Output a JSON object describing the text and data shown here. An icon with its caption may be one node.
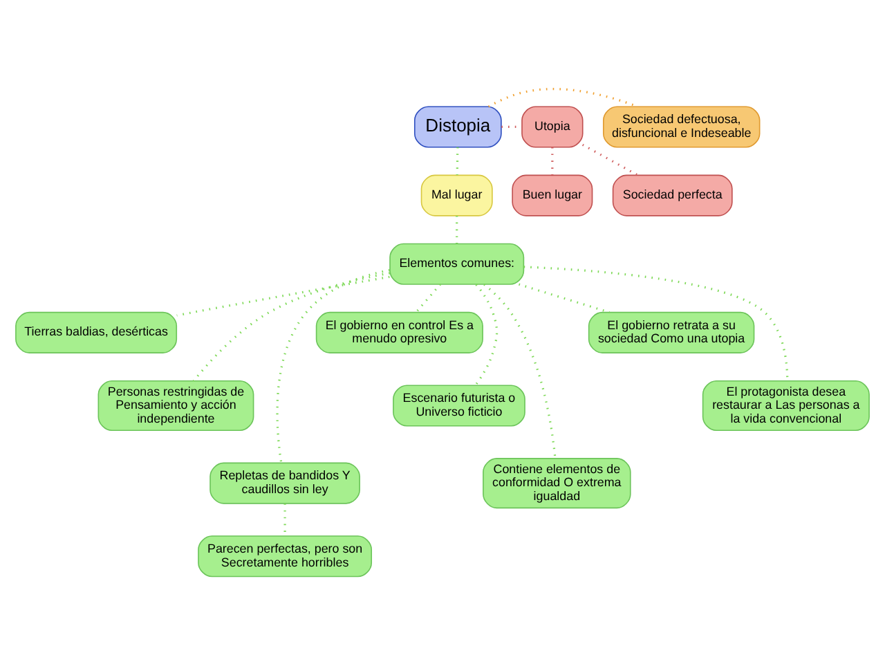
{
  "diagram": {
    "nodes": [
      {
        "text": [
          "Sociedad defectuosa, disfuncional e Indeseable"
        ]
      },
      {
        "text": [
          "Distopia"
        ]
      },
      {
        "text": [
          "Utopia"
        ]
      },
      {
        "text": [
          "Buen lugar"
        ]
      },
      {
        "text": [
          "Mal lugar"
        ]
      },
      {
        "text": [
          "Sociedad perfecta"
        ]
      },
      {
        "text": [
          "Elementos comunes:"
        ]
      },
      {
        "text": [
          "Tierras baldias, desérticas"
        ]
      },
      {
        "text": [
          "Personas restringidas de Pensamiento y acción independiente"
        ]
      },
      {
        "text": [
          "Repletas de bandidos Y caudillos sin ley"
        ]
      },
      {
        "text": [
          "El gobierno en control Es a menudo opresivo"
        ]
      },
      {
        "text": [
          "Escenario futurista o Universo ficticio"
        ]
      },
      {
        "text": [
          "Parecen perfectas, pero son Secretamente horribles"
        ]
      },
      {
        "text": [
          "Contiene elementos de conformidad O extrema igualdad"
        ]
      },
      {
        "text": [
          "El gobierno retrata a su sociedad Como una utopia"
        ]
      },
      {
        "text": [
          "El protagonista desea restaurar a Las personas a la vida convencional"
        ]
      }
    ],
    "edges": [
      {
        "from": 1,
        "to": 0,
        "arrow": "none",
        "color": "#f0a030"
      },
      {
        "from": 1,
        "to": 2,
        "arrow": "none",
        "color": "#d06060"
      },
      {
        "from": 2,
        "to": 3,
        "arrow": "none",
        "color": "#d06060"
      },
      {
        "from": 2,
        "to": 5,
        "arrow": "none",
        "color": "#d06060"
      },
      {
        "from": 1,
        "to": 4,
        "arrow": "none"
      },
      {
        "from": 4,
        "to": 6,
        "arrow": "none"
      },
      {
        "from": 6,
        "to": 7,
        "arrow": "none"
      },
      {
        "from": 6,
        "to": 8,
        "arrow": "none"
      },
      {
        "from": 6,
        "to": 9,
        "arrow": "none"
      },
      {
        "from": 6,
        "to": 10,
        "arrow": "none"
      },
      {
        "from": 6,
        "to": 11,
        "arrow": "none"
      },
      {
        "from": 9,
        "to": 12,
        "arrow": "none"
      },
      {
        "from": 6,
        "to": 13,
        "arrow": "none"
      },
      {
        "from": 6,
        "to": 14,
        "arrow": "none"
      },
      {
        "from": 6,
        "to": 15,
        "arrow": "none"
      }
    ]
  }
}
